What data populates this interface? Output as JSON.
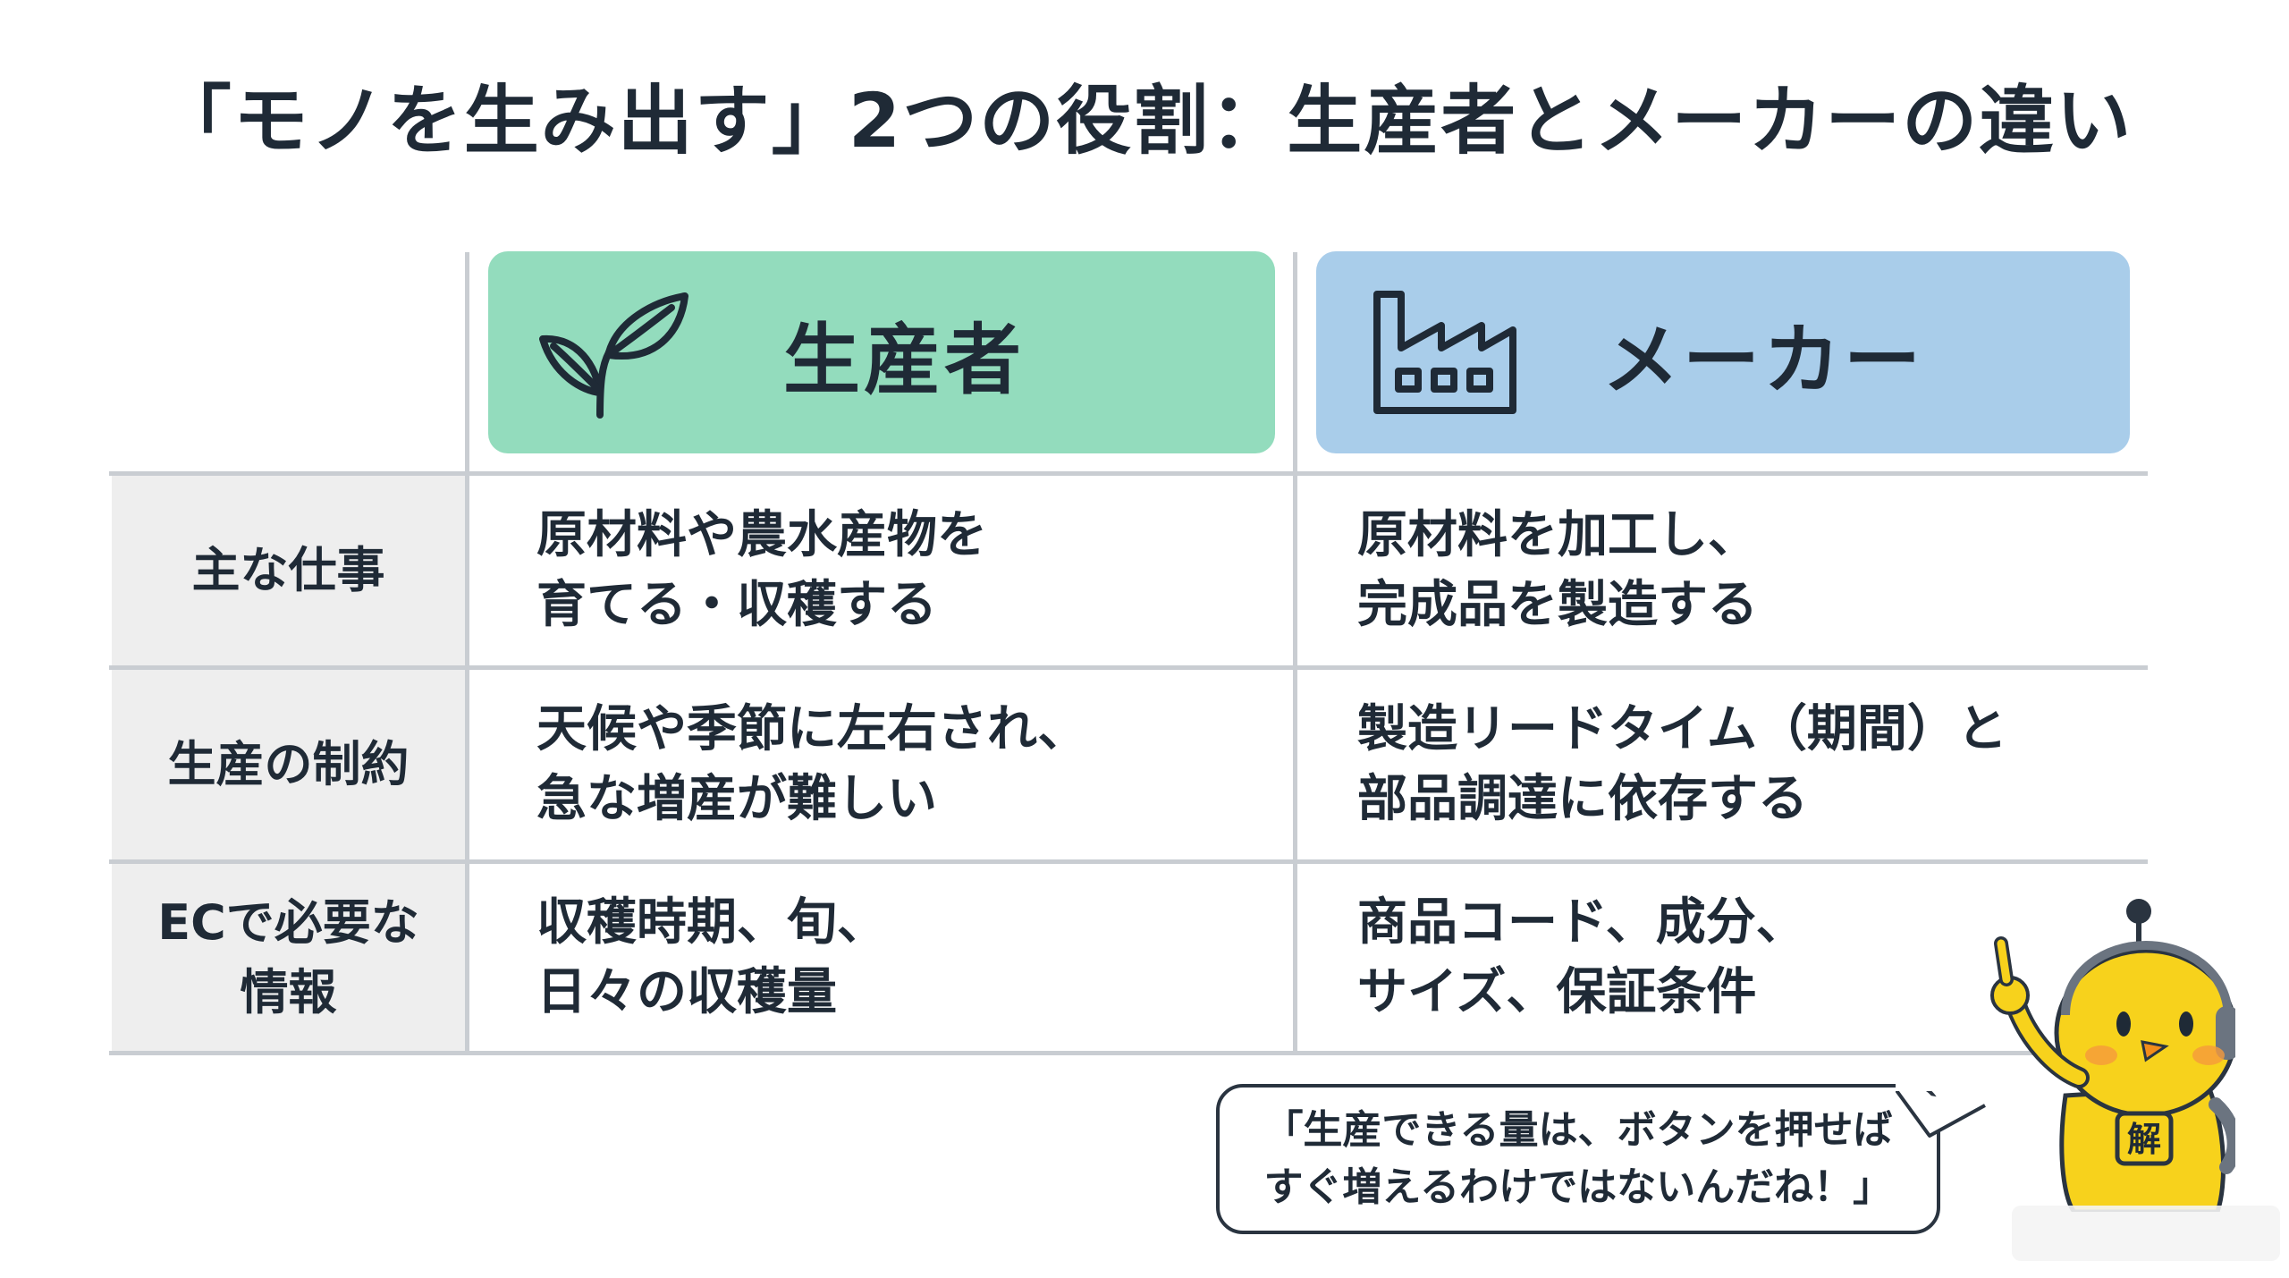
{
  "title": "「モノを生み出す」2つの役割：生産者とメーカーの違い",
  "columns": {
    "producer": {
      "label": "生産者",
      "icon": "sprout-icon",
      "color": "#93dcbd"
    },
    "maker": {
      "label": "メーカー",
      "icon": "factory-icon",
      "color": "#a9cdea"
    }
  },
  "rows": [
    {
      "label": "主な仕事",
      "producer": "原材料や農水産物を\n育てる・収穫する",
      "maker": "原材料を加工し、\n完成品を製造する"
    },
    {
      "label": "生産の制約",
      "producer": "天候や季節に左右され、\n急な増産が難しい",
      "maker": "製造リードタイム（期間）と\n部品調達に依存する"
    },
    {
      "label": "ECで必要な\n情報",
      "producer": "収穫時期、旬、\n日々の収穫量",
      "maker": "商品コード、成分、\nサイズ、保証条件"
    }
  ],
  "bubble": {
    "text": "「生産できる量は、ボタンを押せば\nすぐ増えるわけではないんだね！」"
  },
  "mascot": {
    "icon": "robot-chick-mascot",
    "badge": "解"
  }
}
